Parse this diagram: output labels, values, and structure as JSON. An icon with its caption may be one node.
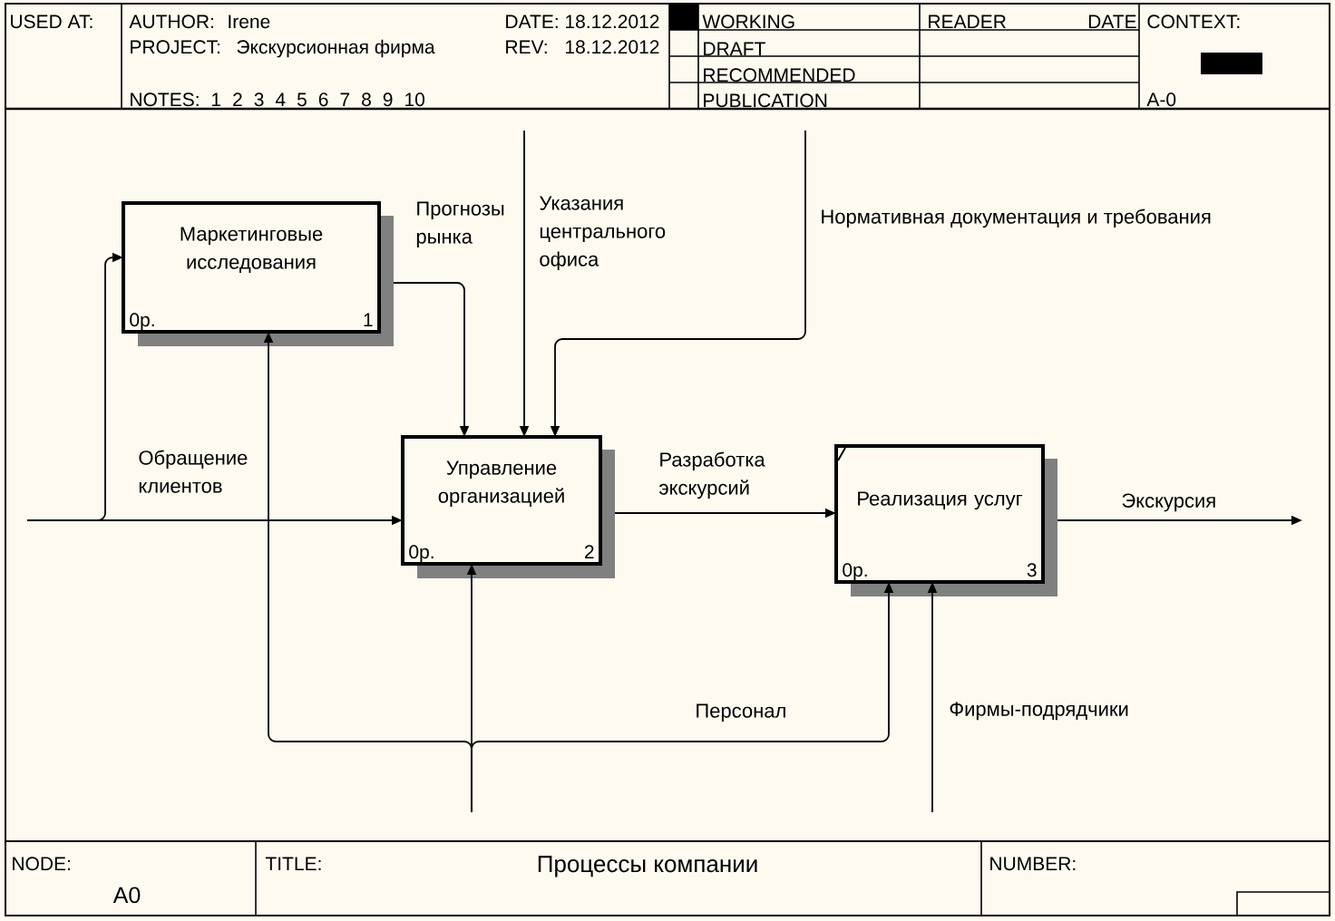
{
  "diagram": {
    "title": "Процессы компании",
    "nodes": [
      {
        "text": [
          "Маркетинговые исследования",
          "0р.",
          "1"
        ]
      },
      {
        "text": [
          "Управление организацией",
          "0р.",
          "2"
        ]
      },
      {
        "text": [
          "Реализация услуг",
          "0р.",
          "3"
        ]
      }
    ],
    "edges": [
      {
        "from": 0,
        "to": 1,
        "arrow": "to",
        "label": "Прогнозы рынка"
      },
      {
        "from": null,
        "to": 1,
        "arrow": "to",
        "label": "Указания центрального офиса"
      },
      {
        "from": null,
        "to": 1,
        "arrow": "to",
        "label": "Нормативная документация и требования"
      },
      {
        "from": null,
        "to": 0,
        "arrow": "to"
      },
      {
        "from": null,
        "to": 1,
        "arrow": "to",
        "label": "Обращение клиентов"
      },
      {
        "from": 1,
        "to": 2,
        "arrow": "to",
        "label": "Разработка экскурсий"
      },
      {
        "from": 2,
        "to": null,
        "arrow": "to",
        "label": "Экскурсия"
      },
      {
        "from": null,
        "to": 0,
        "arrow": "to"
      },
      {
        "from": null,
        "to": 1,
        "arrow": "to"
      },
      {
        "from": null,
        "to": 2,
        "arrow": "to",
        "label": "Персонал"
      },
      {
        "from": null,
        "to": 2,
        "arrow": "to",
        "label": "Фирмы-подрядчики"
      }
    ],
    "labels": [
      "USED AT:",
      "AUTHOR:",
      "Irene",
      "DATE:",
      "18.12.2012",
      "WORKING",
      "READER",
      "DATE",
      "CONTEXT:",
      "PROJECT:",
      "Экскурсионная фирма",
      "REV:",
      "18.12.2012",
      "DRAFT",
      "RECOMMENDED",
      "NOTES:",
      "1 2 3 4 5 6 7 8 9 10",
      "PUBLICATION",
      "A-0",
      "NODE:",
      "TITLE:",
      "NUMBER:",
      "A0"
    ]
  }
}
